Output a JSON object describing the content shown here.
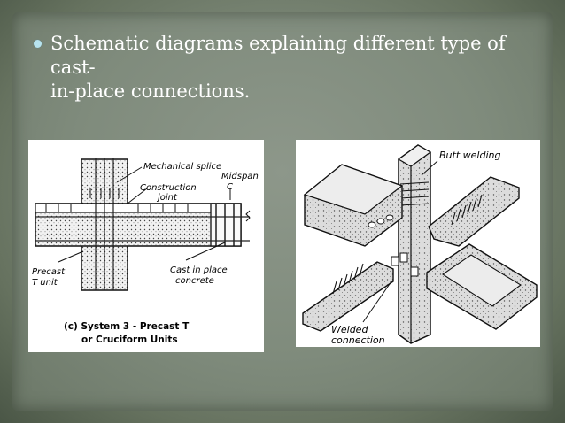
{
  "slide": {
    "bullet_text": "Schematic diagrams explaining different type of cast-in-place connections.",
    "bullet_line1": "Schematic diagrams explaining different type of cast-",
    "bullet_line2": "in-place connections."
  },
  "left_figure": {
    "label_mechanical_splice": "Mechanical splice",
    "label_construction": "Construction",
    "label_joint": "joint",
    "label_midspan": "Midspan",
    "label_cl": "C",
    "label_precast": "Precast",
    "label_t_unit": "T unit",
    "label_cast_in_place": "Cast in place",
    "label_concrete": "concrete",
    "caption_line1": "(c)  System 3 - Precast T",
    "caption_line2": "or Cruciform Units"
  },
  "right_figure": {
    "label_butt_welding": "Butt welding",
    "label_welded": "Welded",
    "label_connection": "connection"
  },
  "colors": {
    "bullet": "#b7e3ee",
    "text": "#ffffff"
  }
}
